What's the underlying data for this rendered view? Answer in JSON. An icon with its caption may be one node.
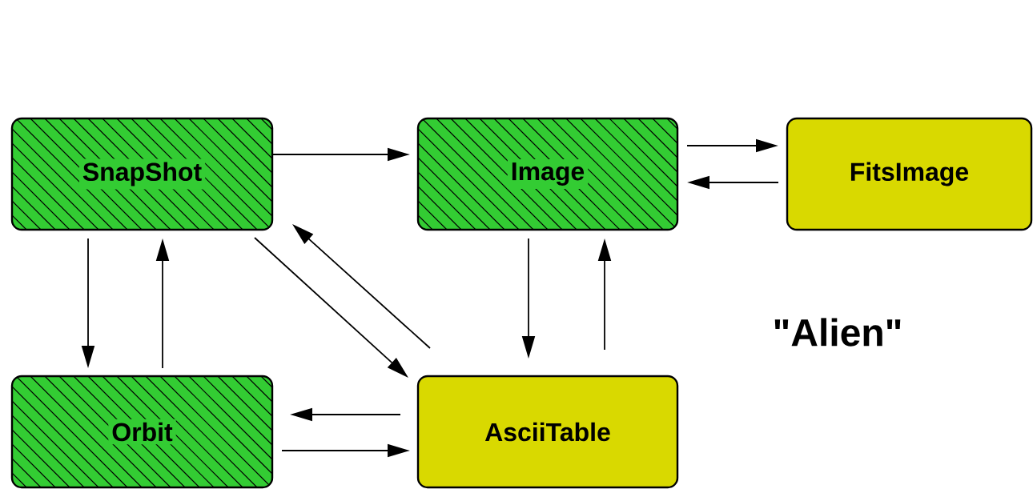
{
  "diagram": {
    "nodes": [
      {
        "text": [
          "SnapShot"
        ]
      },
      {
        "text": [
          "Image"
        ]
      },
      {
        "text": [
          "FitsImage"
        ]
      },
      {
        "text": [
          "Orbit"
        ]
      },
      {
        "text": [
          "AsciiTable"
        ]
      }
    ],
    "edges": [
      {
        "from": 0,
        "to": 1,
        "arrow": "to"
      },
      {
        "from": 1,
        "to": 2,
        "arrow": "to"
      },
      {
        "from": 2,
        "to": 1,
        "arrow": "to"
      },
      {
        "from": 1,
        "to": 4,
        "arrow": "to"
      },
      {
        "from": 4,
        "to": 1,
        "arrow": "to"
      },
      {
        "from": 0,
        "to": 4,
        "arrow": "to"
      },
      {
        "from": 4,
        "to": 0,
        "arrow": "to"
      },
      {
        "from": 0,
        "to": 3,
        "arrow": "to"
      },
      {
        "from": 3,
        "to": 0,
        "arrow": "to"
      },
      {
        "from": 4,
        "to": 3,
        "arrow": "to"
      },
      {
        "from": 3,
        "to": 4,
        "arrow": "to"
      }
    ],
    "labels": [
      "\"Alien\""
    ]
  }
}
